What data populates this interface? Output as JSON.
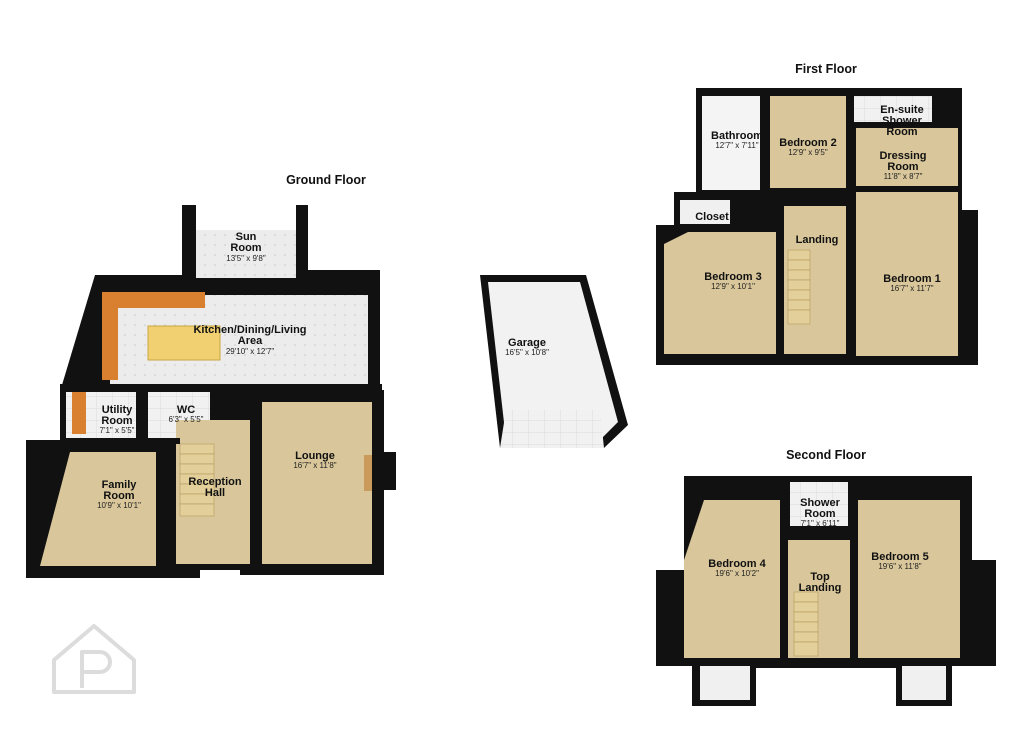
{
  "floors": {
    "ground": {
      "title": "Ground Floor"
    },
    "first": {
      "title": "First Floor"
    },
    "second": {
      "title": "Second Floor"
    }
  },
  "rooms": {
    "sun_room": {
      "name_line1": "Sun",
      "name_line2": "Room",
      "dims": "13'5\" x 9'8\""
    },
    "kitchen": {
      "name_line1": "Kitchen/Dining/Living",
      "name_line2": "Area",
      "dims": "29'10\" x 12'7\""
    },
    "utility": {
      "name_line1": "Utility",
      "name_line2": "Room",
      "dims": "7'1\" x 5'5\""
    },
    "wc": {
      "name": "WC",
      "dims": "6'3\" x 5'5\""
    },
    "family": {
      "name_line1": "Family",
      "name_line2": "Room",
      "dims": "10'9\" x 10'1\""
    },
    "reception": {
      "name_line1": "Reception",
      "name_line2": "Hall"
    },
    "lounge": {
      "name": "Lounge",
      "dims": "16'7\" x 11'8\""
    },
    "garage": {
      "name": "Garage",
      "dims": "16'5\" x 10'8\""
    },
    "bathroom": {
      "name": "Bathroom",
      "dims": "12'7\" x 7'11\""
    },
    "bedroom2": {
      "name": "Bedroom 2",
      "dims": "12'9\" x 9'5\""
    },
    "ensuite": {
      "name_line1": "En-suite",
      "name_line2": "Shower",
      "name_line3": "Room"
    },
    "dressing": {
      "name_line1": "Dressing",
      "name_line2": "Room",
      "dims": "11'8\" x 8'7\""
    },
    "closet": {
      "name": "Closet"
    },
    "landing": {
      "name": "Landing"
    },
    "bedroom3": {
      "name": "Bedroom 3",
      "dims": "12'9\" x 10'1\""
    },
    "bedroom1": {
      "name": "Bedroom 1",
      "dims": "16'7\" x 11'7\""
    },
    "shower": {
      "name_line1": "Shower",
      "name_line2": "Room",
      "dims": "7'1\" x 6'11\""
    },
    "bedroom4": {
      "name": "Bedroom 4",
      "dims": "19'6\" x 10'2\""
    },
    "top_landing": {
      "name_line1": "Top",
      "name_line2": "Landing"
    },
    "bedroom5": {
      "name": "Bedroom 5",
      "dims": "19'6\" x 11'8\""
    }
  },
  "icons": {
    "watermark": "house-p-logo-icon"
  }
}
